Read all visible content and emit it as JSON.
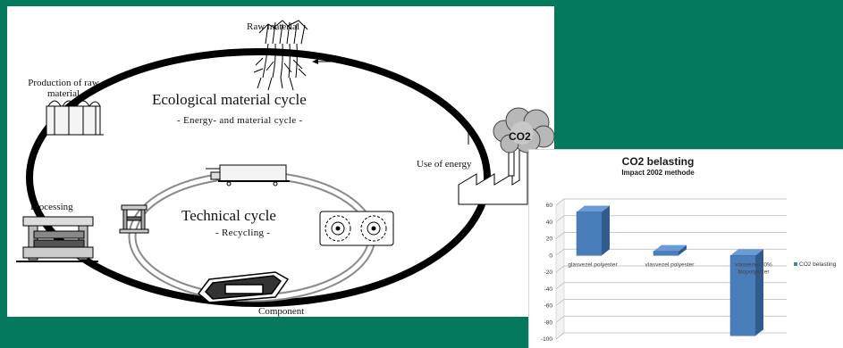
{
  "diagram": {
    "labels": {
      "raw_material": "Raw material",
      "production": "Production of raw material",
      "processing": "Processing",
      "component": "Component",
      "use_of_energy": "Use of energy",
      "co2": "CO2"
    },
    "ecological_title": "Ecological material cycle",
    "ecological_subtitle": "- Energy- and material cycle -",
    "technical_title": "Technical cycle",
    "technical_subtitle": "- Recycling -"
  },
  "chart_data": {
    "type": "bar",
    "title": "CO2 belasting",
    "subtitle": "Impact 2002 methode",
    "categories": [
      "glasvezel polyester",
      "vlasvezel polyester",
      "vlasvezel 70% biopolyester"
    ],
    "series": [
      {
        "name": "CO2 belasting",
        "values": [
          52,
          5,
          -96
        ]
      }
    ],
    "ylim": [
      -100,
      60
    ],
    "yticks": [
      60,
      40,
      20,
      0,
      -20,
      -40,
      -60,
      -80,
      -100
    ],
    "legend_position": "right",
    "grid": true,
    "color": "#4a7ebb"
  }
}
